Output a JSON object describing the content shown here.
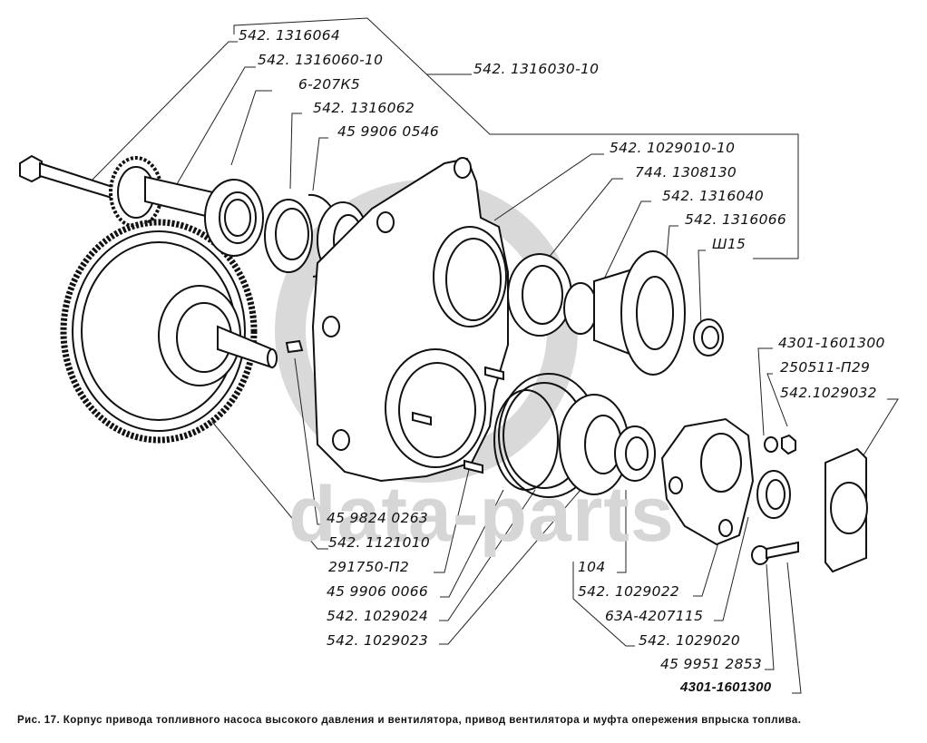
{
  "figure": {
    "caption": "Рис. 17. Корпус привода топливного насоса высокого давления и вентилятора, привод вентилятора и муфта опережения впрыска топлива.",
    "watermark": "data-parts",
    "watermark_color": "#d6d6d6",
    "line_color": "#111111"
  },
  "labels": {
    "p542_1316064": "542. 1316064",
    "p542_1316060_10": "542. 1316060-10",
    "p6_207K5": "6-207К5",
    "p542_1316062": "542. 1316062",
    "p45_9906_0546": "45 9906 0546",
    "p542_1316030_10": "542. 1316030-10",
    "p542_1029010_10": "542. 1029010-10",
    "p744_1308130": "744. 1308130",
    "p542_1316040": "542. 1316040",
    "p542_1316066": "542. 1316066",
    "pSh15": "Ш15",
    "p4301_1601300_top": "4301-1601300",
    "p250511_P29": "250511-П29",
    "p542_1029032": "542.1029032",
    "p45_9824_0263": "45 9824 0263",
    "p542_1121010": "542. 1121010",
    "p291750_P2": "291750-П2",
    "p45_9906_0066": "45 9906 0066",
    "p542_1029024": "542. 1029024",
    "p542_1029023": "542. 1029023",
    "p104": "104",
    "p542_1029022": "542. 1029022",
    "p63A_4207115": "63А-4207115",
    "p542_1029020": "542. 1029020",
    "p45_9951_2853": "45 9951 2853",
    "p4301_1601300_bottom": "4301-1601300"
  }
}
